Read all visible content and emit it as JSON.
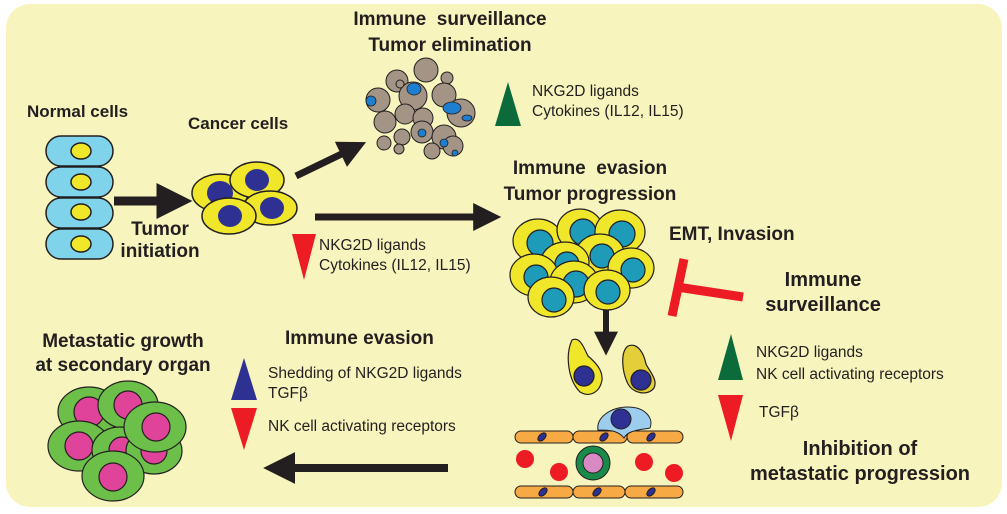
{
  "title": "NK cell immune surveillance in tumor progression",
  "stages": {
    "normal_cells": "Normal cells",
    "cancer_cells": "Cancer cells",
    "tumor_initiation": [
      "Tumor",
      "initiation"
    ],
    "surveillance_heading": [
      "Immune  surveillance",
      "Tumor elimination"
    ],
    "evasion_heading": [
      "Immune  evasion",
      "Tumor progression"
    ],
    "emt": "EMT, Invasion",
    "immune_surveillance_2": [
      "Immune",
      "surveillance"
    ],
    "inhibition": [
      "Inhibition of",
      "metastatic progression"
    ],
    "metastatic": [
      "Metastatic growth",
      "at secondary organ"
    ],
    "immune_evasion_2": "Immune evasion"
  },
  "factors": {
    "elimination_up": [
      "NKG2D ligands",
      "Cytokines (IL12, IL15)"
    ],
    "progression_down": [
      "NKG2D ligands",
      "Cytokines (IL12, IL15)"
    ],
    "inhibition_up": [
      "NKG2D ligands",
      "NK cell activating receptors"
    ],
    "inhibition_down": [
      "TGFβ"
    ],
    "evasion_up": [
      "Shedding of NKG2D ligands",
      "TGFβ"
    ],
    "evasion_down": [
      "NK cell activating receptors"
    ]
  },
  "colors": {
    "background": "#f7f5bd",
    "up_green": "#0b6b3a",
    "up_blue": "#2e3192",
    "down_red": "#ed1c24",
    "inhibit_red": "#ed1c24",
    "arrow": "#231f20",
    "normal_cell": "#7fd3ea",
    "cancer_cell": "#f0e62a",
    "nucleus_dark": "#2e3192",
    "nucleus_teal": "#1e9bb8",
    "dead_cell": "#a39486",
    "metastatic_cell": "#6cc04a",
    "metastatic_nucleus": "#e0449a",
    "endothelium": "#f7a944",
    "rbc": "#ed1c24"
  }
}
